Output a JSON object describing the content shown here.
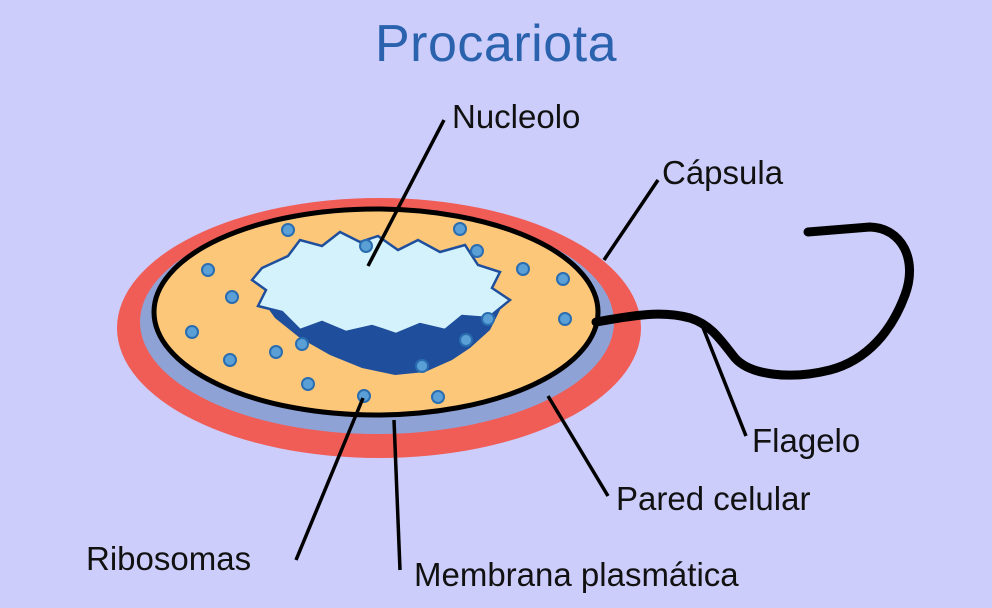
{
  "title": "Procariota",
  "labels": {
    "nucleolo": "Nucleolo",
    "capsula": "Cápsula",
    "flagelo": "Flagelo",
    "pared": "Pared celular",
    "ribosomas": "Ribosomas",
    "membrana": "Membrana plasmática"
  },
  "colors": {
    "background": "#cccdfb",
    "title": "#2b62ad",
    "capsule": "#f05c56",
    "cell_wall": "#8fa2d6",
    "cytoplasm": "#fcc779",
    "nucleoid_dark": "#1f4f9c",
    "nucleoid_light": "#d3f2fb",
    "ribosome": "#5a9fd6",
    "outline": "#000000"
  }
}
